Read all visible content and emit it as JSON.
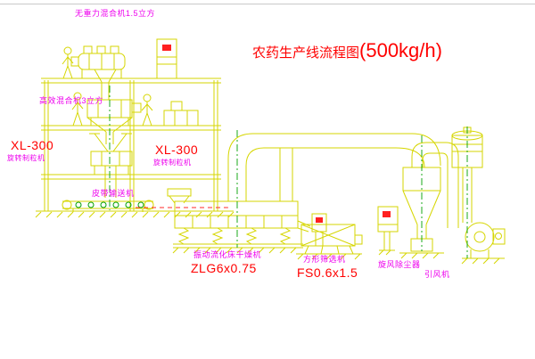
{
  "title": {
    "prefix": "农药生产线流程图",
    "capacity": "(500kg/h)"
  },
  "labels": {
    "gravity_mixer": "无重力混合机1.5立方",
    "high_mixer": "高效混合机3立方",
    "granulator_left_model": "XL-300",
    "granulator_left_name": "旋转制粒机",
    "granulator_center_model": "XL-300",
    "granulator_center_name": "旋转制粒机",
    "belt_conveyor": "皮带输送机",
    "dryer_name": "振动流化床干燥机",
    "dryer_model": "ZLG6x0.75",
    "sieve_name": "方形筛选机",
    "sieve_model": "FS0.6x1.5",
    "cyclone": "旋风除尘器",
    "fan": "引风机"
  },
  "colors": {
    "drawing_line": "#d6d600",
    "label_text": "#ee00ee",
    "model_text": "#ff0000",
    "centerline_green": "#00a000",
    "indicator_red": "#ff2020",
    "background": "#ffffff"
  }
}
